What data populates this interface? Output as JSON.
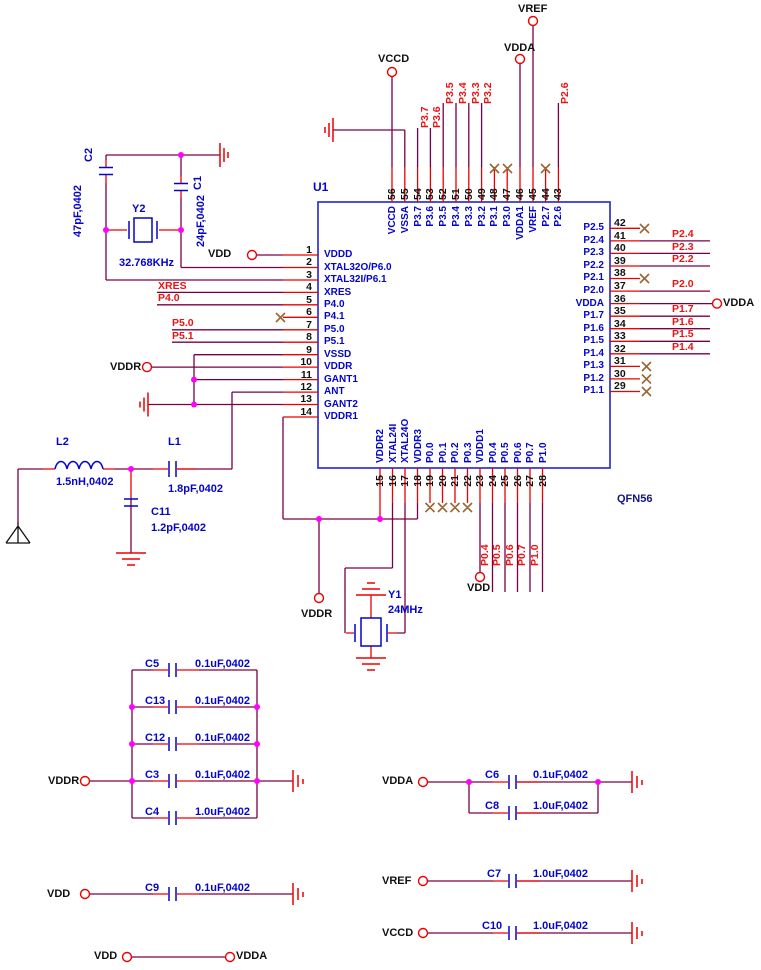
{
  "chip": {
    "refdes": "U1",
    "package": "QFN56",
    "left_pins": [
      {
        "num": "1",
        "name": "VDDD"
      },
      {
        "num": "2",
        "name": "XTAL32O/P6.0"
      },
      {
        "num": "3",
        "name": "XTAL32I/P6.1"
      },
      {
        "num": "4",
        "name": "XRES"
      },
      {
        "num": "5",
        "name": "P4.0"
      },
      {
        "num": "6",
        "name": "P4.1"
      },
      {
        "num": "7",
        "name": "P5.0"
      },
      {
        "num": "8",
        "name": "P5.1"
      },
      {
        "num": "9",
        "name": "VSSD"
      },
      {
        "num": "10",
        "name": "VDDR"
      },
      {
        "num": "11",
        "name": "GANT1"
      },
      {
        "num": "12",
        "name": "ANT"
      },
      {
        "num": "13",
        "name": "GANT2"
      },
      {
        "num": "14",
        "name": "VDDR1"
      }
    ],
    "top_pins": [
      {
        "num": "56",
        "name": "VCCD"
      },
      {
        "num": "55",
        "name": "VSSA"
      },
      {
        "num": "54",
        "name": "P3.7"
      },
      {
        "num": "53",
        "name": "P3.6"
      },
      {
        "num": "52",
        "name": "P3.5"
      },
      {
        "num": "51",
        "name": "P3.4"
      },
      {
        "num": "50",
        "name": "P3.3"
      },
      {
        "num": "49",
        "name": "P3.2"
      },
      {
        "num": "48",
        "name": "P3.1"
      },
      {
        "num": "47",
        "name": "P3.0"
      },
      {
        "num": "46",
        "name": "VDDA1"
      },
      {
        "num": "45",
        "name": "VREF"
      },
      {
        "num": "44",
        "name": "P2.7"
      },
      {
        "num": "43",
        "name": "P2.6"
      }
    ],
    "right_pins": [
      {
        "num": "42",
        "name": "P2.5"
      },
      {
        "num": "41",
        "name": "P2.4"
      },
      {
        "num": "40",
        "name": "P2.3"
      },
      {
        "num": "39",
        "name": "P2.2"
      },
      {
        "num": "38",
        "name": "P2.1"
      },
      {
        "num": "37",
        "name": "P2.0"
      },
      {
        "num": "36",
        "name": "VDDA"
      },
      {
        "num": "35",
        "name": "P1.7"
      },
      {
        "num": "34",
        "name": "P1.6"
      },
      {
        "num": "33",
        "name": "P1.5"
      },
      {
        "num": "32",
        "name": "P1.4"
      },
      {
        "num": "31",
        "name": "P1.3"
      },
      {
        "num": "30",
        "name": "P1.2"
      },
      {
        "num": "29",
        "name": "P1.1"
      }
    ],
    "bottom_pins": [
      {
        "num": "15",
        "name": "VDDR2"
      },
      {
        "num": "16",
        "name": "XTAL24I"
      },
      {
        "num": "17",
        "name": "XTAL24O"
      },
      {
        "num": "18",
        "name": "VDDR3"
      },
      {
        "num": "19",
        "name": "P0.0"
      },
      {
        "num": "20",
        "name": "P0.1"
      },
      {
        "num": "21",
        "name": "P0.2"
      },
      {
        "num": "22",
        "name": "P0.3"
      },
      {
        "num": "23",
        "name": "VDDD1"
      },
      {
        "num": "24",
        "name": "P0.4"
      },
      {
        "num": "25",
        "name": "P0.5"
      },
      {
        "num": "26",
        "name": "P0.6"
      },
      {
        "num": "27",
        "name": "P0.7"
      },
      {
        "num": "28",
        "name": "P1.0"
      }
    ]
  },
  "nets": {
    "top": [
      "P3.7",
      "P3.6",
      "P3.5",
      "P3.4",
      "P3.3",
      "P3.2",
      "P2.6"
    ],
    "left": [
      "XRES",
      "P4.0",
      "P5.0",
      "P5.1"
    ],
    "right": [
      "P2.4",
      "P2.3",
      "P2.2",
      "P2.0",
      "P1.7",
      "P1.6",
      "P1.5",
      "P1.4"
    ],
    "bottom": [
      "P0.4",
      "P0.5",
      "P0.6",
      "P0.7",
      "P1.0"
    ]
  },
  "power": {
    "vdd": "VDD",
    "vddr": "VDDR",
    "vdda": "VDDA",
    "vref": "VREF",
    "vccd": "VCCD"
  },
  "components": {
    "c2": {
      "ref": "C2",
      "value": "47pF,0402"
    },
    "c1": {
      "ref": "C1",
      "value": "24pF,0402"
    },
    "y2": {
      "ref": "Y2",
      "value": "32.768KHz"
    },
    "y1": {
      "ref": "Y1",
      "value": "24MHz"
    },
    "l2": {
      "ref": "L2",
      "value": "1.5nH,0402"
    },
    "l1": {
      "ref": "L1",
      "value": "1.8pF,0402"
    },
    "c11": {
      "ref": "C11",
      "value": "1.2pF,0402"
    },
    "bank": [
      {
        "ref": "C5",
        "value": "0.1uF,0402"
      },
      {
        "ref": "C13",
        "value": "0.1uF,0402"
      },
      {
        "ref": "C12",
        "value": "0.1uF,0402"
      },
      {
        "ref": "C3",
        "value": "0.1uF,0402"
      },
      {
        "ref": "C4",
        "value": "1.0uF,0402"
      }
    ],
    "c9": {
      "ref": "C9",
      "value": "0.1uF,0402"
    },
    "c6": {
      "ref": "C6",
      "value": "0.1uF,0402"
    },
    "c8": {
      "ref": "C8",
      "value": "1.0uF,0402"
    },
    "c7": {
      "ref": "C7",
      "value": "1.0uF,0402"
    },
    "c10": {
      "ref": "C10",
      "value": "1.0uF,0402"
    }
  },
  "colors": {
    "wire": "#7a0045",
    "stub": "#ee0000",
    "component": "#0404cc",
    "junction": "#ff00ff",
    "no_connect": "#996633",
    "chip_border": "#2222cc"
  }
}
